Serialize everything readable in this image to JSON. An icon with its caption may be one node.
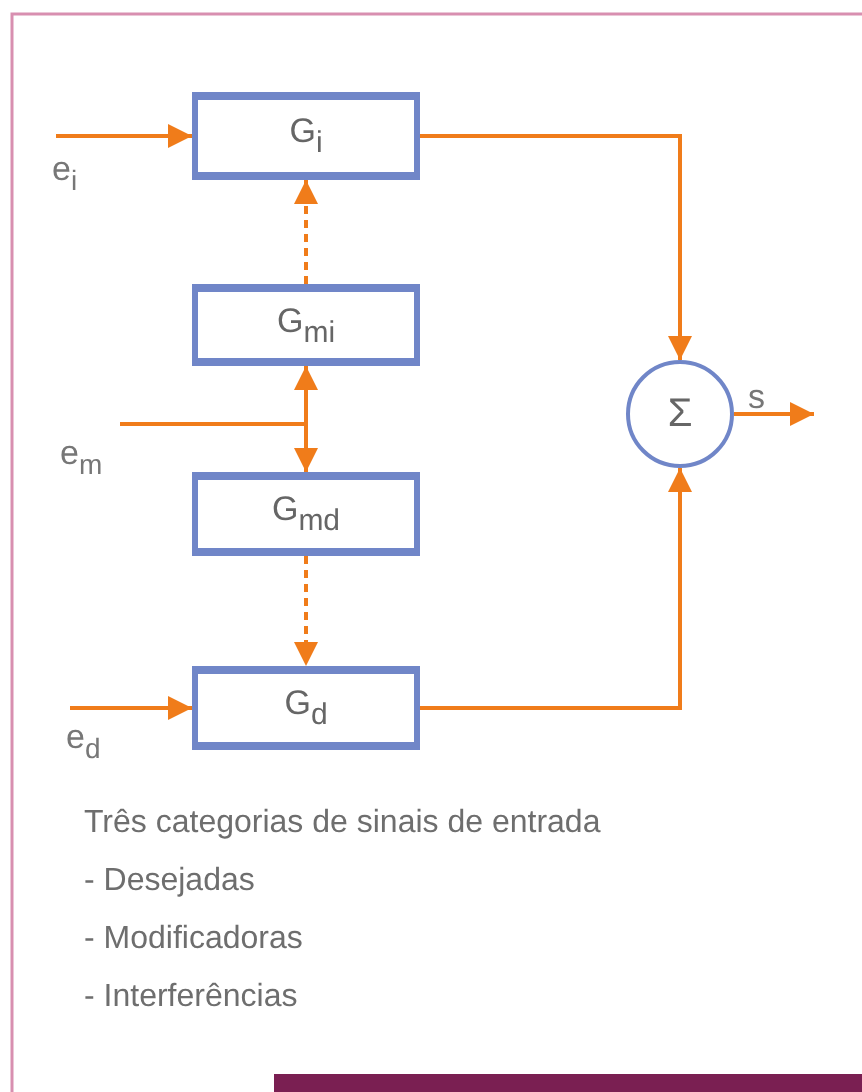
{
  "diagram": {
    "nodes": [
      {
        "text": [
          "G$_{i}$"
        ]
      },
      {
        "text": [
          "G$_{mi}$"
        ]
      },
      {
        "text": [
          "G$_{md}$"
        ]
      },
      {
        "text": [
          "G$_{d}$"
        ]
      },
      {
        "text": [
          "Σ"
        ]
      }
    ],
    "edges": [
      {
        "from": null,
        "to": 0,
        "arrow": "to",
        "label": "e$_{i}$"
      },
      {
        "from": 1,
        "to": 0,
        "arrow": "to",
        "style": "dashed"
      },
      {
        "from": null,
        "to": 1,
        "arrow": "to",
        "label": "e$_{m}$"
      },
      {
        "from": null,
        "to": 2,
        "arrow": "to"
      },
      {
        "from": 2,
        "to": 3,
        "arrow": "to",
        "style": "dashed"
      },
      {
        "from": null,
        "to": 3,
        "arrow": "to",
        "label": "e$_{d}$"
      },
      {
        "from": 0,
        "to": 4,
        "arrow": "to"
      },
      {
        "from": 3,
        "to": 4,
        "arrow": "to"
      },
      {
        "from": 4,
        "to": null,
        "arrow": "to",
        "label": "s"
      }
    ],
    "labels": [
      "Três categorias de sinais de entrada",
      "- Desejadas",
      "- Modificadoras",
      "- Interferências"
    ]
  }
}
